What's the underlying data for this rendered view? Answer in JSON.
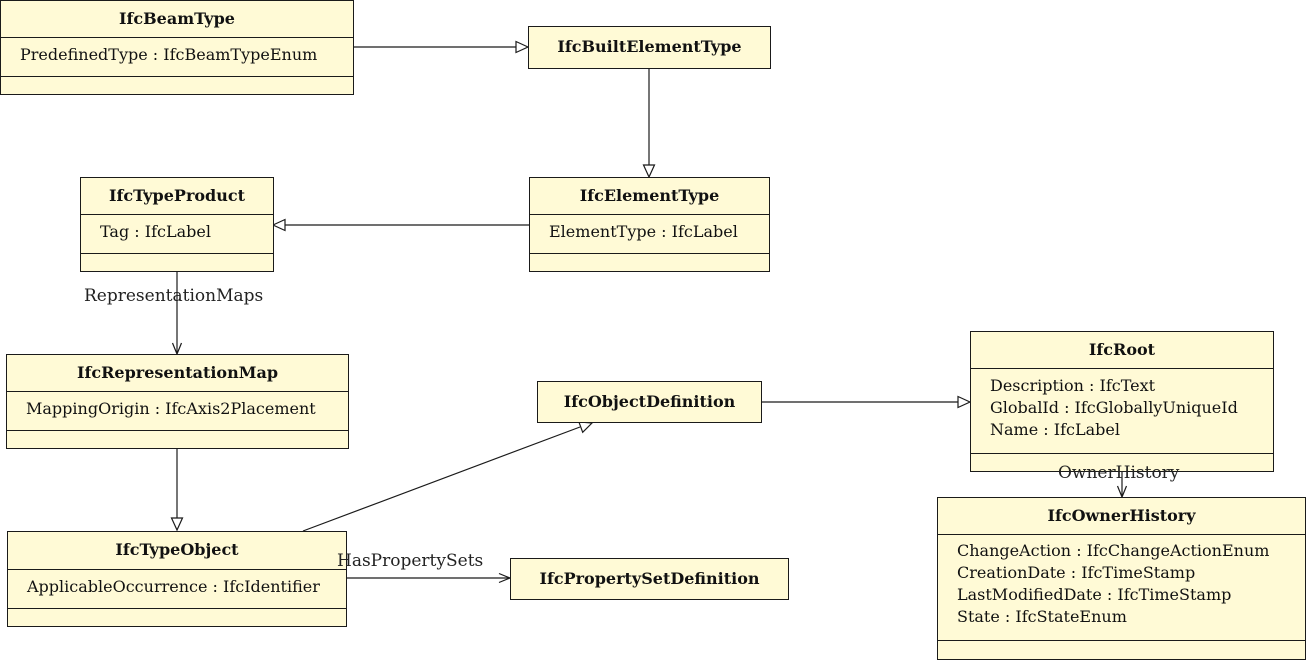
{
  "classes": {
    "beam_type": {
      "name": "IfcBeamType",
      "attributes": [
        "PredefinedType : IfcBeamTypeEnum"
      ]
    },
    "built_element_type": {
      "name": "IfcBuiltElementType",
      "attributes": []
    },
    "type_product": {
      "name": "IfcTypeProduct",
      "attributes": [
        "Tag : IfcLabel"
      ]
    },
    "element_type": {
      "name": "IfcElementType",
      "attributes": [
        "ElementType : IfcLabel"
      ]
    },
    "representation_map": {
      "name": "IfcRepresentationMap",
      "attributes": [
        "MappingOrigin : IfcAxis2Placement"
      ]
    },
    "object_definition": {
      "name": "IfcObjectDefinition",
      "attributes": []
    },
    "root": {
      "name": "IfcRoot",
      "attributes": [
        "Description : IfcText",
        "GlobalId : IfcGloballyUniqueId",
        "Name : IfcLabel"
      ]
    },
    "type_object": {
      "name": "IfcTypeObject",
      "attributes": [
        "ApplicableOccurrence : IfcIdentifier"
      ]
    },
    "property_set_definition": {
      "name": "IfcPropertySetDefinition",
      "attributes": []
    },
    "owner_history": {
      "name": "IfcOwnerHistory",
      "attributes": [
        "ChangeAction : IfcChangeActionEnum",
        "CreationDate : IfcTimeStamp",
        "LastModifiedDate : IfcTimeStamp",
        "State : IfcStateEnum"
      ]
    }
  },
  "associations": {
    "representation_maps": "RepresentationMaps",
    "has_property_sets": "HasPropertySets",
    "owner_history": "OwnerHistory"
  },
  "colors": {
    "class_fill": "#fffad6",
    "line": "#1a1a1a"
  }
}
